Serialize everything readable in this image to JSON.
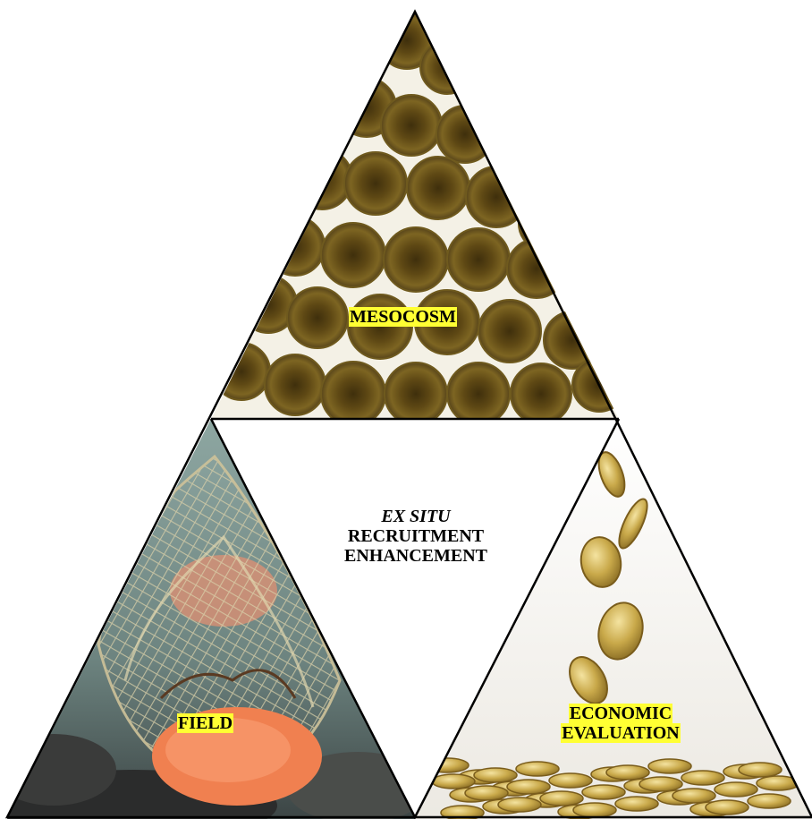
{
  "panels": {
    "top": {
      "label": "MESOCOSM"
    },
    "left": {
      "label": "FIELD"
    },
    "right": {
      "label_line1": "ECONOMIC",
      "label_line2": "EVALUATION"
    }
  },
  "center": {
    "line1": "EX SITU",
    "line2": "RECRUITMENT",
    "line3": "ENHANCEMENT"
  },
  "colors": {
    "highlight": "#ffff33",
    "outline": "#000000",
    "egg_shell": "#6b5618",
    "egg_core": "#4a3810",
    "egg_bg": "#f4f1e6",
    "field_bg": "#7e9692",
    "sponge": "#f08050",
    "coin": "#c9a94a"
  }
}
